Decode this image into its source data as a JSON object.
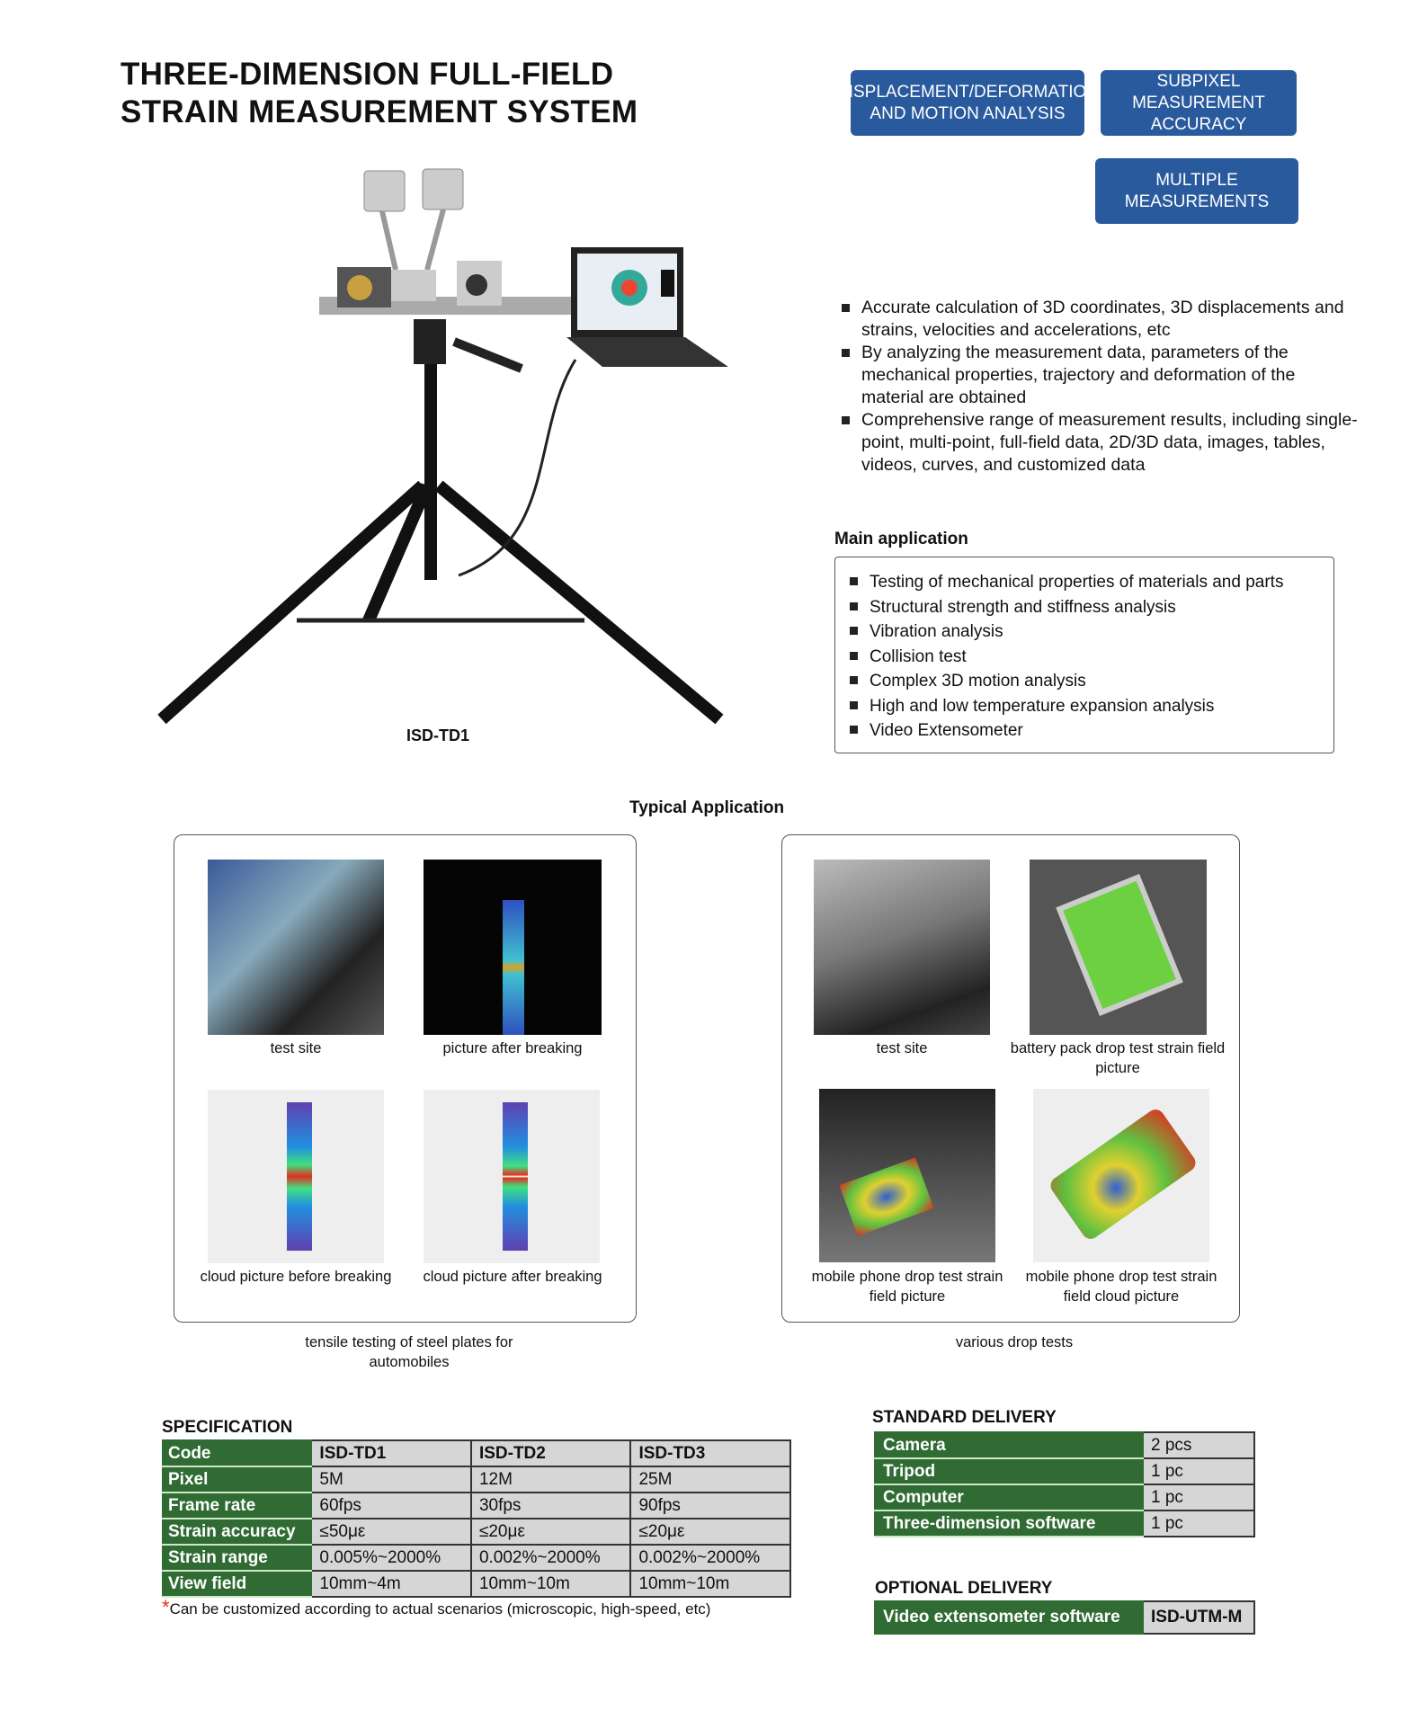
{
  "title": {
    "line1": "THREE-DIMENSION FULL-FIELD",
    "line2": "STRAIN MEASUREMENT SYSTEM"
  },
  "badges": [
    {
      "line1": "DISPLACEMENT/DEFORMATION",
      "line2": "AND MOTION ANALYSIS"
    },
    {
      "line1": "SUBPIXEL MEASUREMENT",
      "line2": "ACCURACY"
    },
    {
      "line1": "MULTIPLE MEASUREMENTS",
      "line2": ""
    }
  ],
  "features": [
    "Accurate calculation of 3D coordinates, 3D displacements and strains, velocities and accelerations, etc",
    "By analyzing the measurement data, parameters of the mechanical properties, trajectory and deformation of the material are obtained",
    "Comprehensive range of measurement results, including single-point, multi-point, full-field data, 2D/3D data, images, tables, videos, curves, and customized data"
  ],
  "product_label": "ISD-TD1",
  "main_application": {
    "heading": "Main application",
    "items": [
      "Testing of mechanical properties of materials and parts",
      "Structural strength and stiffness analysis",
      "Vibration analysis",
      "Collision test",
      "Complex 3D motion analysis",
      "High and low temperature expansion analysis",
      "Video Extensometer"
    ]
  },
  "typical": {
    "heading": "Typical Application",
    "left": {
      "caption": "tensile testing of steel plates for automobiles",
      "items": [
        "test site",
        "picture after breaking",
        "cloud picture before breaking",
        "cloud picture after breaking"
      ]
    },
    "right": {
      "caption": "various drop tests",
      "items": [
        "test site",
        "battery pack drop test strain field picture",
        "mobile phone drop test strain field picture",
        "mobile phone drop test strain field cloud picture"
      ]
    }
  },
  "spec": {
    "heading": "SPECIFICATION",
    "rows": [
      {
        "k": "Code",
        "v": [
          "ISD-TD1",
          "ISD-TD2",
          "ISD-TD3"
        ]
      },
      {
        "k": "Pixel",
        "v": [
          "5M",
          "12M",
          "25M"
        ]
      },
      {
        "k": "Frame rate",
        "v": [
          "60fps",
          "30fps",
          "90fps"
        ]
      },
      {
        "k": "Strain accuracy",
        "v": [
          "≤50με",
          "≤20με",
          "≤20με"
        ]
      },
      {
        "k": "Strain range",
        "v": [
          "0.005%~2000%",
          "0.002%~2000%",
          "0.002%~2000%"
        ]
      },
      {
        "k": "View field",
        "v": [
          "10mm~4m",
          "10mm~10m",
          "10mm~10m"
        ]
      }
    ],
    "note_mark": "*",
    "note": "Can be customized according to actual scenarios (microscopic, high-speed, etc)"
  },
  "standard": {
    "heading": "STANDARD DELIVERY",
    "rows": [
      {
        "k": "Camera",
        "v": "2 pcs"
      },
      {
        "k": "Tripod",
        "v": "1 pc"
      },
      {
        "k": "Computer",
        "v": "1 pc"
      },
      {
        "k": "Three-dimension software",
        "v": "1 pc"
      }
    ]
  },
  "optional": {
    "heading": "OPTIONAL DELIVERY",
    "rows": [
      {
        "k": "Video extensometer software",
        "v": "ISD-UTM-M"
      }
    ]
  },
  "colors": {
    "badge": "#2a5a9e",
    "table_key": "#2f6b33",
    "table_value": "#d6d6d6"
  }
}
